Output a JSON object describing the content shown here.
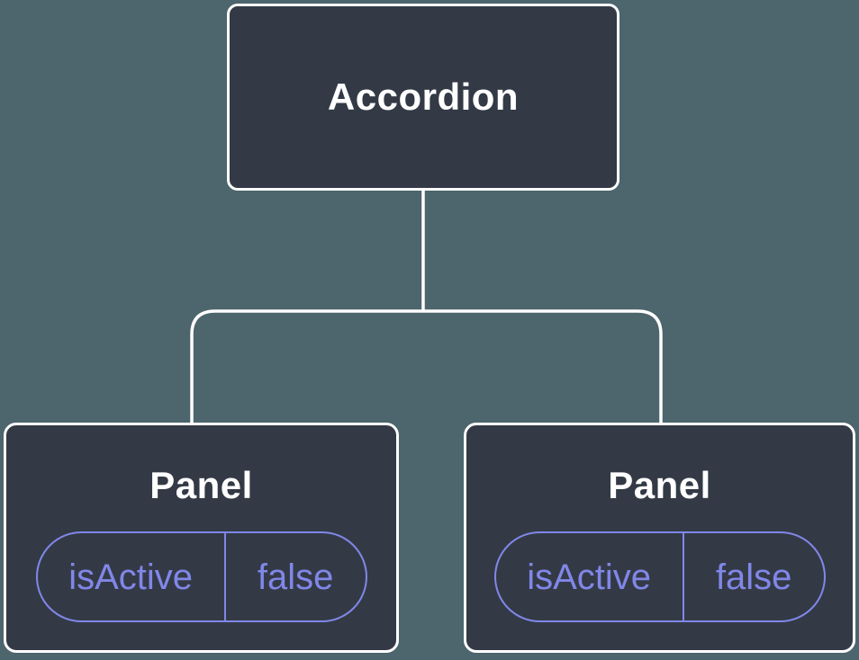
{
  "colors": {
    "background": "#4d656d",
    "node_fill": "#333a46",
    "node_border": "#ffffff",
    "node_text": "#ffffff",
    "accent": "#8187e8"
  },
  "tree": {
    "root": {
      "label": "Accordion"
    },
    "children": [
      {
        "label": "Panel",
        "prop_name": "isActive",
        "prop_value": "false"
      },
      {
        "label": "Panel",
        "prop_name": "isActive",
        "prop_value": "false"
      }
    ]
  }
}
